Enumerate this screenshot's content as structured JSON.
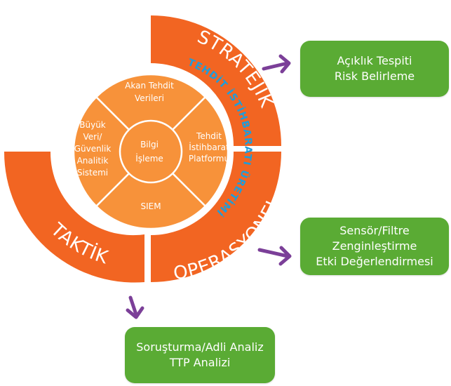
{
  "center": {
    "lines": [
      "Bilgi",
      "İşleme"
    ]
  },
  "segments": [
    {
      "id": "akan-tehdit-verileri",
      "lines": [
        "Akan Tehdit",
        "Verileri"
      ]
    },
    {
      "id": "tehdit-istihbarati-platformu",
      "lines": [
        "Tehdit",
        "İstihbarat",
        "Platformu"
      ]
    },
    {
      "id": "siem",
      "lines": [
        "SIEM"
      ]
    },
    {
      "id": "buyuk-veri",
      "lines": [
        "Büyük",
        "Veri/",
        "Güvenlik",
        "Analitik",
        "Sistemi"
      ]
    }
  ],
  "ring_label": "TEHDİT İSTİHBARATI ÜRETİMİ",
  "bands": {
    "stratejik": "STRATEJİK",
    "operasyonel": "OPERASYONEL",
    "taktik": "TAKTİK"
  },
  "boxes": {
    "stratejik": [
      "Açıklık Tespiti",
      "Risk Belirleme"
    ],
    "operasyonel": [
      "Sensör/Filtre",
      "Zenginleştirme",
      "Etki Değerlendirmesi"
    ],
    "taktik": [
      "Soruşturma/Adli Analiz",
      "TTP Analizi"
    ]
  },
  "colors": {
    "band": "#f26522",
    "segment": "#f7923a",
    "center": "#f7923a",
    "box": "#5aab34",
    "arrow": "#7b3f98",
    "ring_text": "#1e9ddb"
  }
}
